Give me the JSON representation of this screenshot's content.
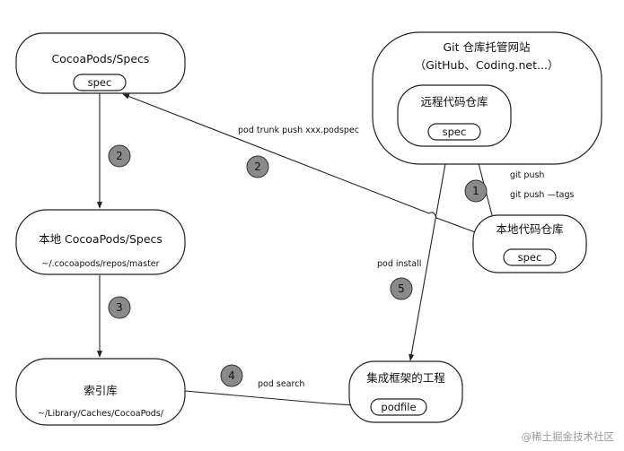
{
  "nodes": {
    "cocoapods_specs": {
      "title": "CocoaPods/Specs",
      "pill": "spec"
    },
    "git_hosting": {
      "title": "Git 仓库托管网站",
      "subtitle": "（GitHub、Coding.net...）"
    },
    "remote_repo": {
      "title": "远程代码仓库",
      "pill": "spec"
    },
    "local_specs": {
      "title": "本地 CocoaPods/Specs",
      "subtitle": "~/.cocoapods/repos/master"
    },
    "local_repo": {
      "title": "本地代码仓库",
      "pill": "spec"
    },
    "index": {
      "title": "索引库",
      "subtitle": "~/Library/Caches/CocoaPods/"
    },
    "project": {
      "title": "集成框架的工程",
      "pill": "podfile"
    }
  },
  "edges": {
    "trunk_push": "pod trunk push xxx.podspec",
    "git_push": "git push",
    "git_push_tags": "git push —tags",
    "pod_install": "pod install",
    "pod_search": "pod search"
  },
  "badges": [
    "2",
    "2",
    "1",
    "3",
    "5",
    "4"
  ],
  "watermark": "@稀土掘金技术社区"
}
